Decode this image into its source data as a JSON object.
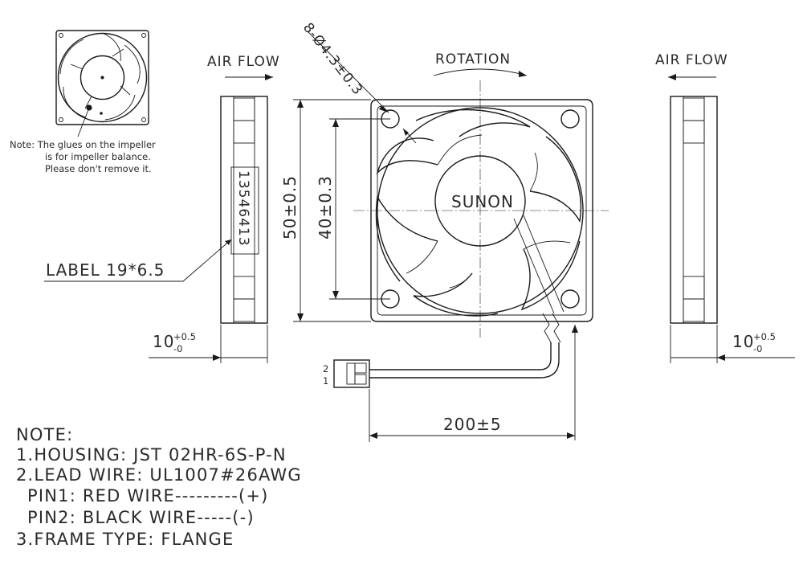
{
  "left_view": {
    "air_flow_label": "AIR FLOW",
    "label_code": "13546413",
    "label_callout": "LABEL 19*6.5",
    "thickness": "10",
    "tol_plus": "+0.5",
    "tol_minus": "-0"
  },
  "right_view": {
    "air_flow_label": "AIR FLOW",
    "thickness": "10",
    "tol_plus": "+0.5",
    "tol_minus": "-0"
  },
  "front_view": {
    "rotation_label": "ROTATION",
    "hole_callout": "8-Ø4.3±0.3",
    "brand": "SUNON",
    "outer_dim": "50±0.5",
    "hole_pitch": "40±0.3",
    "lead_length": "200±5",
    "pin_2": "2",
    "pin_1": "1"
  },
  "impeller_note": {
    "lines": [
      "Note: The glues on the impeller",
      "is for impeller balance.",
      "Please don't remove it."
    ]
  },
  "notes": {
    "title": "NOTE:",
    "items": [
      "1.HOUSING: JST 02HR-6S-P-N",
      "2.LEAD WIRE: UL1007#26AWG",
      "PIN1: RED WIRE---------(+)",
      "PIN2: BLACK WIRE-----(-)",
      "3.FRAME TYPE: FLANGE"
    ]
  }
}
